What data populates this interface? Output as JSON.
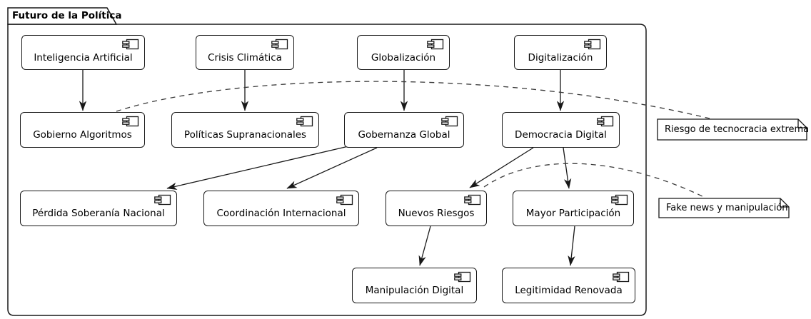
{
  "diagram": {
    "type": "uml-component-diagram",
    "title": "Futuro de la Política",
    "colors": {
      "line": "#181818",
      "background": "#ffffff",
      "fill": "#ffffff"
    },
    "components": [
      {
        "id": "inteligencia-artificial",
        "label": "Inteligencia Artificial"
      },
      {
        "id": "crisis-climatica",
        "label": "Crisis Climática"
      },
      {
        "id": "globalizacion",
        "label": "Globalización"
      },
      {
        "id": "digitalizacion",
        "label": "Digitalización"
      },
      {
        "id": "gobierno-algoritmos",
        "label": "Gobierno Algoritmos"
      },
      {
        "id": "politicas-supranacionales",
        "label": "Políticas Supranacionales"
      },
      {
        "id": "gobernanza-global",
        "label": "Gobernanza Global"
      },
      {
        "id": "democracia-digital",
        "label": "Democracia Digital"
      },
      {
        "id": "perdida-soberania-nacional",
        "label": "Pérdida Soberanía Nacional"
      },
      {
        "id": "coordinacion-internacional",
        "label": "Coordinación Internacional"
      },
      {
        "id": "nuevos-riesgos",
        "label": "Nuevos Riesgos"
      },
      {
        "id": "mayor-participacion",
        "label": "Mayor Participación"
      },
      {
        "id": "manipulacion-digital",
        "label": "Manipulación Digital"
      },
      {
        "id": "legitimidad-renovada",
        "label": "Legitimidad Renovada"
      }
    ],
    "notes": [
      {
        "id": "nota-tecnocracia",
        "label": "Riesgo de tecnocracia extrema"
      },
      {
        "id": "nota-fakenews",
        "label": "Fake news y manipulación"
      }
    ],
    "edges": [
      {
        "from": "Inteligencia Artificial",
        "to": "Gobierno Algoritmos",
        "style": "solid-arrow"
      },
      {
        "from": "Crisis Climática",
        "to": "Políticas Supranacionales",
        "style": "solid-arrow"
      },
      {
        "from": "Globalización",
        "to": "Gobernanza Global",
        "style": "solid-arrow"
      },
      {
        "from": "Digitalización",
        "to": "Democracia Digital",
        "style": "solid-arrow"
      },
      {
        "from": "Gobernanza Global",
        "to": "Pérdida Soberanía Nacional",
        "style": "solid-arrow"
      },
      {
        "from": "Gobernanza Global",
        "to": "Coordinación Internacional",
        "style": "solid-arrow"
      },
      {
        "from": "Democracia Digital",
        "to": "Nuevos Riesgos",
        "style": "solid-arrow"
      },
      {
        "from": "Democracia Digital",
        "to": "Mayor Participación",
        "style": "solid-arrow"
      },
      {
        "from": "Nuevos Riesgos",
        "to": "Manipulación Digital",
        "style": "solid-arrow"
      },
      {
        "from": "Mayor Participación",
        "to": "Legitimidad Renovada",
        "style": "solid-arrow"
      }
    ],
    "note_links": [
      {
        "from": "Gobierno Algoritmos",
        "to": "Riesgo de tecnocracia extrema",
        "style": "dashed"
      },
      {
        "from": "Nuevos Riesgos",
        "to": "Fake news y manipulación",
        "style": "dashed"
      }
    ]
  }
}
